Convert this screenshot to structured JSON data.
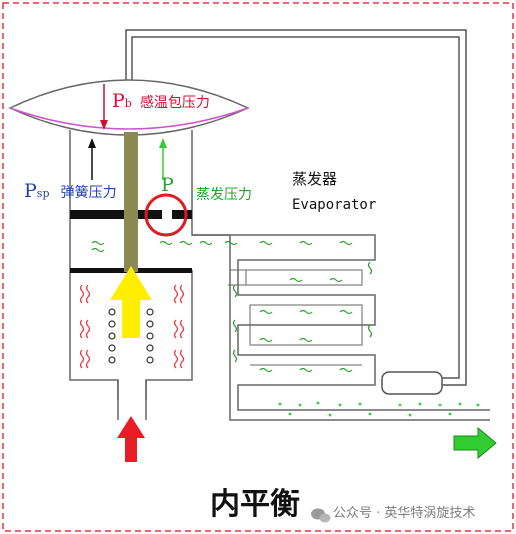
{
  "labels": {
    "pb_symbol": "P",
    "pb_sub": "b",
    "pb_text": "感温包压力",
    "psp_symbol": "P",
    "psp_sub": "sp",
    "psp_text": "弹簧压力",
    "pe_symbol": "P",
    "pe_text": "蒸发压力",
    "evap_cn": "蒸发器",
    "evap_en": "Evaporator"
  },
  "caption": "内平衡",
  "watermark": {
    "icon": "wechat-icon",
    "text": "公众号 · 英华特涡旋技术"
  },
  "colors": {
    "border_dash": "#e8343c",
    "pipe": "#555555",
    "diaphragm": "#cc55cc",
    "stem": "#8a8a55",
    "yellow_arrow": "#ffee00",
    "red_arrow": "#e81c24",
    "green_arrow": "#33cc33",
    "pb_text": "#cc1133",
    "psp_text": "#2244aa",
    "pe_text": "#2aa02a",
    "marker": "#e01b24"
  }
}
